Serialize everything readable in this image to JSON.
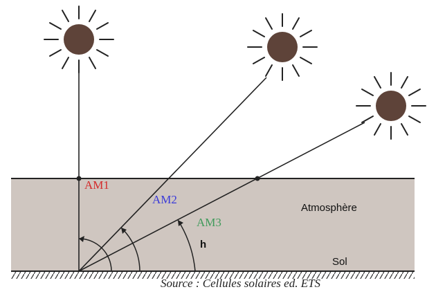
{
  "labels": {
    "am1": "AM1",
    "am2": "AM2",
    "am3": "AM3",
    "atmosphere": "Atmosphère",
    "angle": "h",
    "ground": "Sol",
    "source": "Source : Cellules solaires ed. ETS"
  },
  "colors": {
    "am1": "#d42a2a",
    "am2": "#3a3ad8",
    "am3": "#3f9a5a",
    "atmosphere_fill": "#cfc6c0",
    "sun_fill": "#5e4339",
    "line": "#222222"
  }
}
